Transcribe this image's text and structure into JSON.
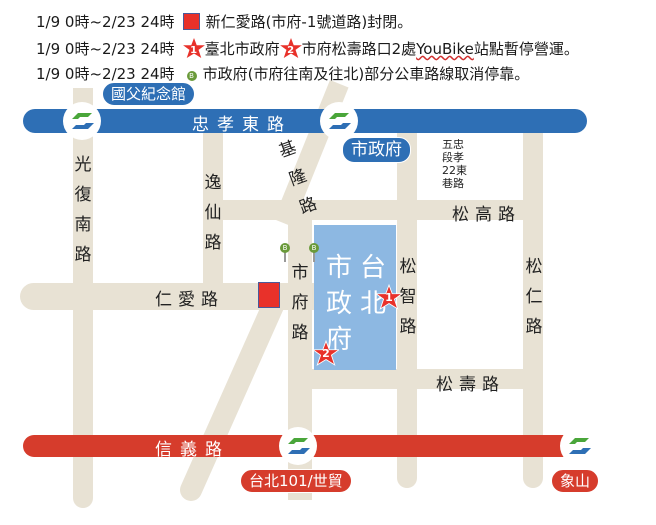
{
  "legend": [
    {
      "time": "1/9 0時~2/23 24時",
      "icon": "red-square",
      "text": "新仁愛路(市府-1號道路)封閉。"
    },
    {
      "time": "1/9 0時~2/23 24時",
      "icon": "star-1",
      "star1": "1",
      "text_a": "臺北市政府",
      "star2": "2",
      "text_b": "市府松壽路口2處",
      "text_c": "YouBike",
      "text_d": "站點暫停營運。"
    },
    {
      "time": "1/9 0時~2/23 24時",
      "icon": "bus-stop",
      "bus": "B",
      "text": "市政府(市府往南及往北)部分公車路線取消停靠。"
    }
  ],
  "mrt": {
    "blue_line": {
      "name": "忠孝東路",
      "color": "#2e6fb5"
    },
    "red_line": {
      "name": "信義路",
      "color": "#d63c2c"
    },
    "stations": [
      "國父紀念館",
      "市政府",
      "台北101/世貿",
      "象山"
    ]
  },
  "roads": {
    "guangfu": "光復南路",
    "yixian": "逸仙路",
    "keelung": "基隆路",
    "songgao": "松高路",
    "renai": "仁愛路",
    "shifu": "市府路",
    "songzhi": "松智路",
    "songren": "松仁路",
    "songshou": "松壽路",
    "alley": [
      "五忠",
      "段孝",
      "22東",
      "巷路"
    ]
  },
  "landmark": {
    "name_col1": "市政府",
    "name_col2": "台北",
    "color": "#8db8e2"
  },
  "markers": {
    "star1": "1",
    "star2": "2",
    "bus": "B"
  },
  "colors": {
    "road": "#e8e2d4",
    "closure": "#e8312a",
    "mrt_blue": "#2e6fb5",
    "mrt_red": "#d63c2c"
  }
}
